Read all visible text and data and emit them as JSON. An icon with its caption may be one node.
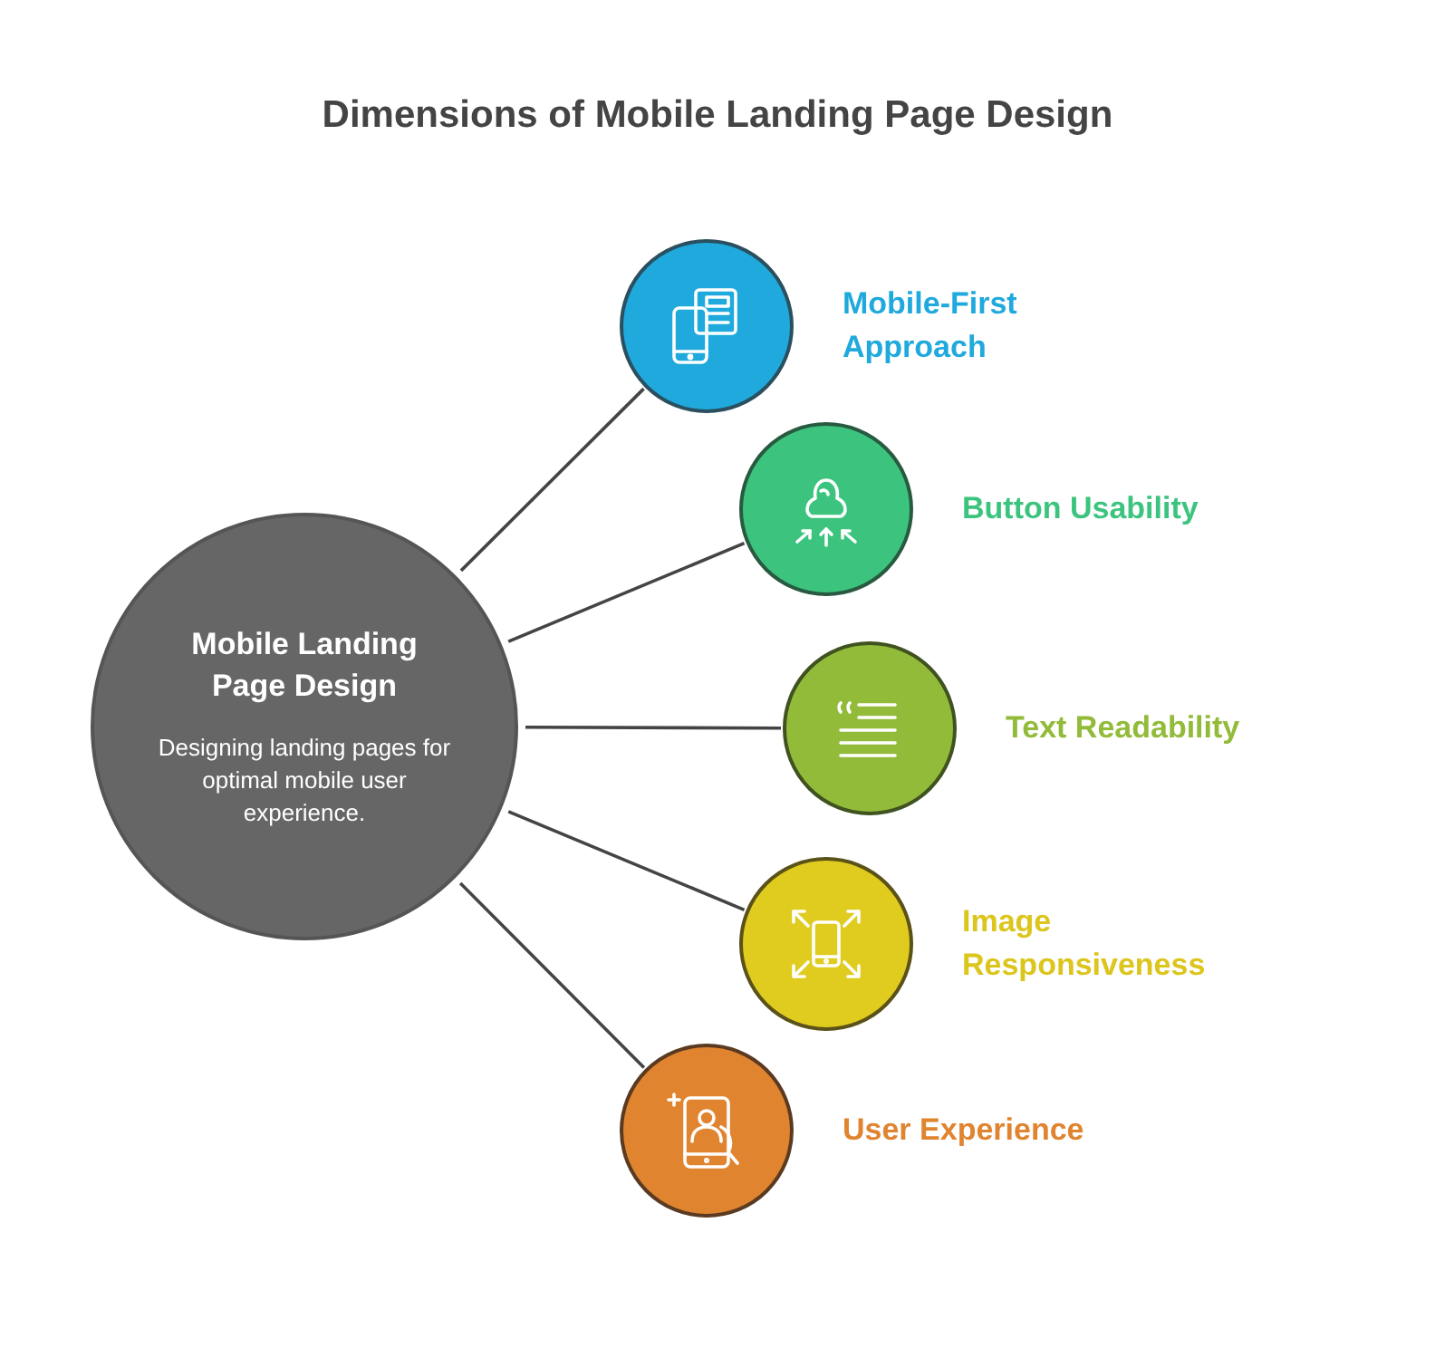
{
  "diagram": {
    "title": "Dimensions of Mobile Landing Page Design",
    "nodes": [
      {
        "text": [
          "Mobile Landing Page Design",
          "Designing landing pages for optimal mobile user experience."
        ]
      },
      {
        "text": [],
        "shape": "circle",
        "beside": [
          "Mobile-First Approach"
        ]
      },
      {
        "text": [],
        "shape": "circle",
        "beside": [
          "Button Usability"
        ]
      },
      {
        "text": [],
        "shape": "circle",
        "beside": [
          "Text Readability"
        ]
      },
      {
        "text": [],
        "shape": "circle",
        "beside": [
          "Image Responsiveness"
        ]
      },
      {
        "text": [],
        "shape": "circle",
        "beside": [
          "User Experience"
        ]
      }
    ],
    "edges": [
      {
        "from": 0,
        "to": 1,
        "arrow": "none"
      },
      {
        "from": 0,
        "to": 2,
        "arrow": "none"
      },
      {
        "from": 0,
        "to": 3,
        "arrow": "none"
      },
      {
        "from": 0,
        "to": 4,
        "arrow": "none"
      },
      {
        "from": 0,
        "to": 5,
        "arrow": "none"
      }
    ]
  }
}
